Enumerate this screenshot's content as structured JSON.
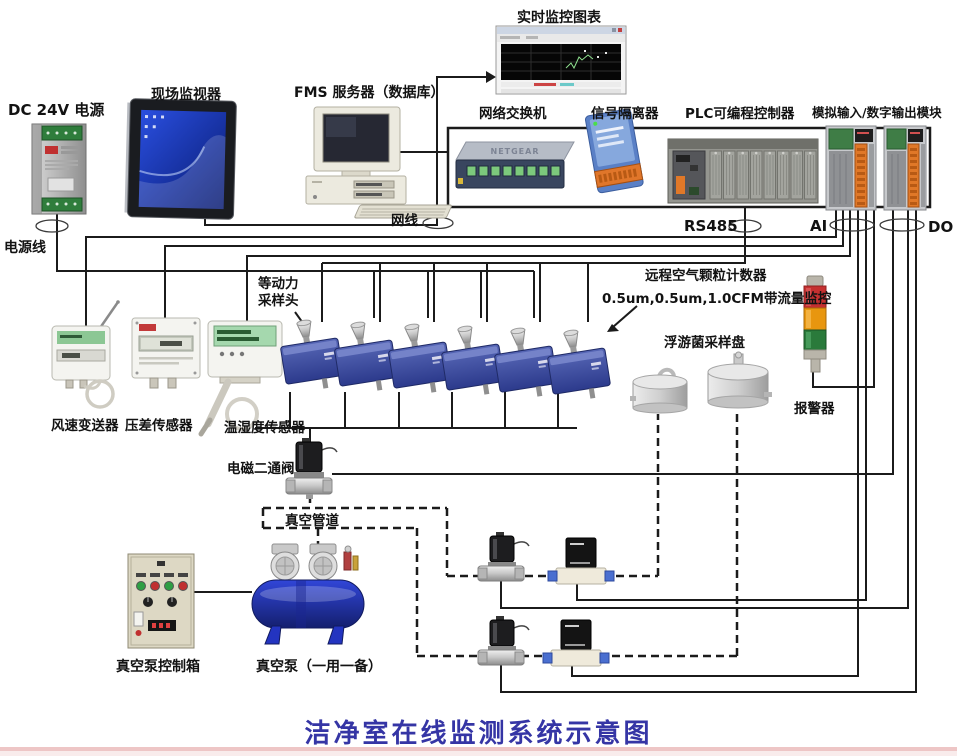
{
  "diagram": {
    "title": "洁净室在线监测系统示意图",
    "labels": {
      "power_supply": "DC 24V 电源",
      "power_line": "电源线",
      "field_monitor": "现场监视器",
      "fms_server": "FMS 服务器（数据库）",
      "realtime_chart": "实时监控图表",
      "network_switch": "网络交换机",
      "network_cable": "网线",
      "signal_isolator": "信号隔离器",
      "plc": "PLC可编程控制器",
      "io_modules": "模拟输入/数字输出模块",
      "rs485": "RS485",
      "ai": "AI",
      "do": "DO",
      "iso_head_line1": "等动力",
      "iso_head_line2": "采样头",
      "particle_counter": "远程空气颗粒计数器",
      "particle_counter_spec": "0.5um,0.5um,1.0CFM带流量监控",
      "bio_sampler": "浮游菌采样盘",
      "alarm": "报警器",
      "wind_sensor": "风速变送器",
      "pressure_sensor": "压差传感器",
      "temp_humidity_sensor": "温湿度传感器",
      "solenoid_valve": "电磁二通阀",
      "vacuum_pipe": "真空管道",
      "pump_control_box": "真空泵控制箱",
      "vacuum_pump": "真空泵（一用一备）",
      "switch_brand": "NETGEAR"
    },
    "colors": {
      "wire": "#1b1b1b",
      "title": "#3535a5",
      "alarm_red": "#c53030",
      "alarm_amber": "#e8960f",
      "alarm_green": "#2a7a3b",
      "counter_blue": "#3b4a9f",
      "pump_blue": "#2334c0",
      "terminal_orange": "#e07828",
      "port_green": "#7cc97c"
    }
  }
}
